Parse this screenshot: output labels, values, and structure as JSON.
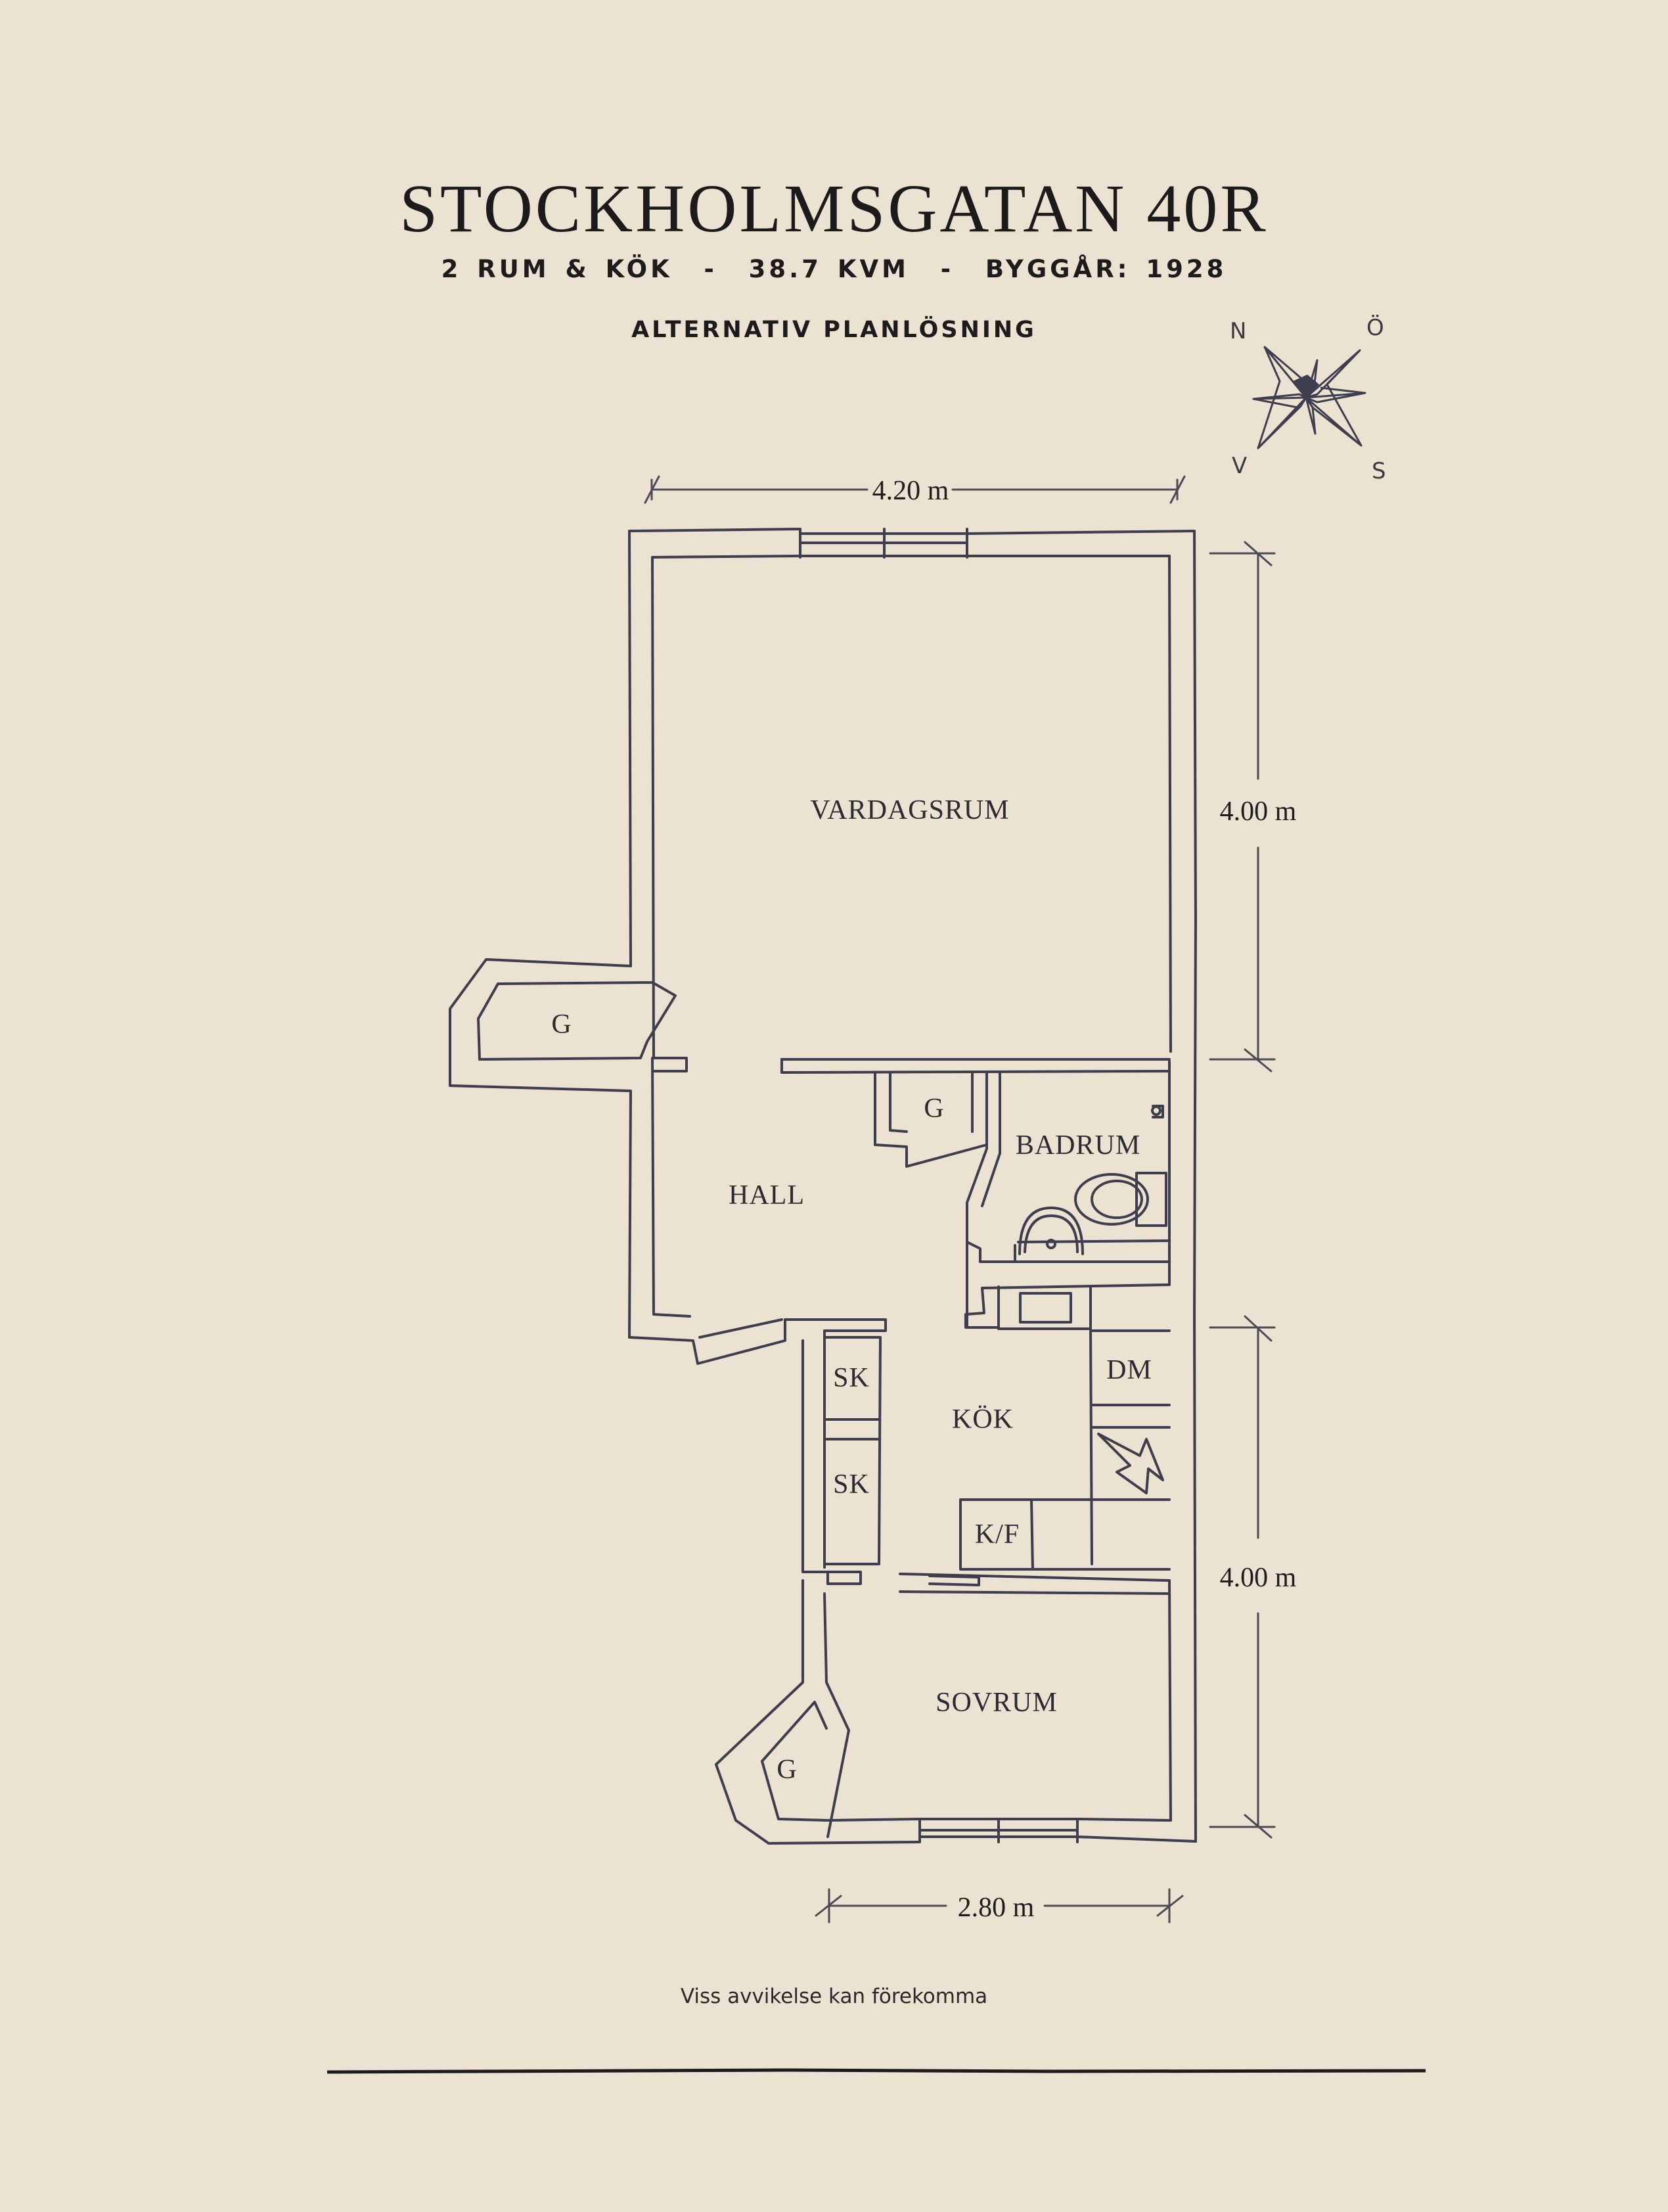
{
  "header": {
    "title": "STOCKHOLMSGATAN 40R",
    "subtitle": "2 RUM & KÖK  -  38.7 KVM  -  BYGGÅR: 1928",
    "alt_plan": "ALTERNATIV PLANLÖSNING"
  },
  "compass": {
    "n": "N",
    "e": "Ö",
    "s": "S",
    "w": "V"
  },
  "dimensions": {
    "top_width": "4.20 m",
    "right_upper": "4.00 m",
    "right_lower": "4.00 m",
    "bottom_width": "2.80 m"
  },
  "rooms": {
    "living": "VARDAGSRUM",
    "closet_left": "G",
    "hall": "HALL",
    "closet_hall": "G",
    "bathroom": "BADRUM",
    "kitchen": "KÖK",
    "dishwasher": "DM",
    "cabinet_1": "SK",
    "cabinet_2": "SK",
    "fridge": "K/F",
    "bedroom": "SOVRUM",
    "closet_bedroom": "G"
  },
  "footer": {
    "disclaimer": "Viss avvikelse kan förekomma"
  },
  "colors": {
    "background": "#ebe2d1",
    "ink": "#3d3f4e",
    "text": "#1c1c1e"
  }
}
